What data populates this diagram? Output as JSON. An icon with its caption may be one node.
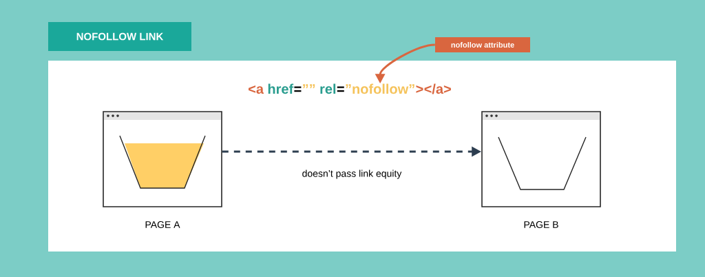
{
  "diagram": {
    "title": "NOFOLLOW LINK",
    "nodes": [
      {
        "text": [
          "nofollow attribute"
        ]
      },
      {
        "text": [
          "”nofollow”"
        ]
      },
      {
        "text": [
          "PAGE A"
        ]
      },
      {
        "text": [
          "PAGE B"
        ]
      }
    ],
    "edges": [
      {
        "from": 0,
        "to": 1,
        "arrow": "to",
        "color": "#d9663f"
      },
      {
        "from": 2,
        "to": 3,
        "arrow": "to",
        "style": "dashed",
        "color": "#2d3e50",
        "label": "doesn’t pass link equity"
      }
    ],
    "labels": [
      "<a",
      "href",
      "=",
      "””",
      "rel",
      "=",
      ">",
      "</a>"
    ]
  }
}
